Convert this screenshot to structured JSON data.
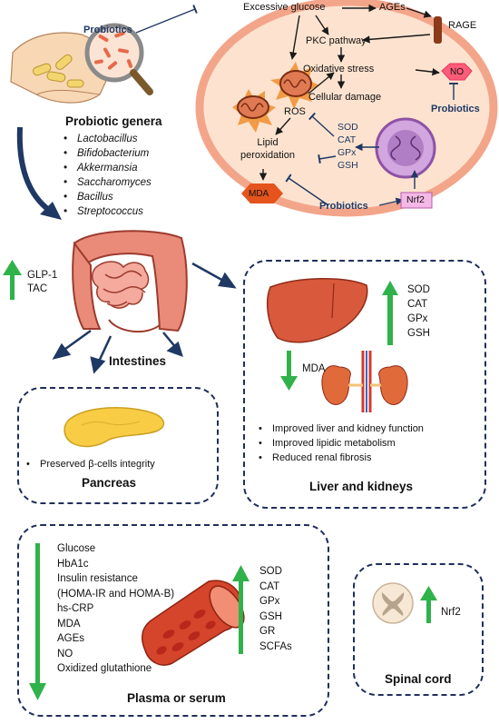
{
  "cell": {
    "probiotics_top": "Probiotics",
    "excessive_glucose": "Excessive glucose",
    "ages": "AGEs",
    "rage": "RAGE",
    "pkc": "PKC pathway",
    "oxidative_stress": "Oxidative stress",
    "no": "NO",
    "cellular_damage": "Cellular damage",
    "probiotics_right": "Probiotics",
    "ros": "ROS",
    "antioxidants": [
      "SOD",
      "CAT",
      "GPx",
      "GSH"
    ],
    "lipid_peroxidation": "Lipid peroxidation",
    "mda": "MDA",
    "probiotics_bottom": "Probiotics",
    "nrf2": "Nrf2"
  },
  "genera": {
    "title": "Probiotic genera",
    "items": [
      "Lactobacillus",
      "Bifidobacterium",
      "Akkermansia",
      "Saccharomyces",
      "Bacillus",
      "Streptococcus"
    ]
  },
  "intestine": {
    "markers": [
      "GLP-1",
      "TAC"
    ],
    "label": "Intestines"
  },
  "pancreas": {
    "bullet": "Preserved β-cells integrity",
    "label": "Pancreas"
  },
  "liver": {
    "up": [
      "SOD",
      "CAT",
      "GPx",
      "GSH"
    ],
    "down": "MDA",
    "bullets": [
      "Improved liver and kidney function",
      "Improved lipidic metabolism",
      "Reduced renal fibrosis"
    ],
    "label": "Liver and kidneys"
  },
  "plasma": {
    "down": [
      "Glucose",
      "HbA1c",
      "Insulin resistance",
      "(HOMA-IR and HOMA-B)",
      "hs-CRP",
      "MDA",
      "AGEs",
      "NO",
      "Oxidized glutathione"
    ],
    "up": [
      "SOD",
      "CAT",
      "GPx",
      "GSH",
      "GR",
      "SCFAs"
    ],
    "label": "Plasma or serum"
  },
  "spinal": {
    "up": "Nrf2",
    "label": "Spinal cord"
  },
  "colors": {
    "navy": "#1f3864",
    "cell_fill": "#fde3cf",
    "cell_border": "#f3a58a",
    "up_arrow": "#2fb24a",
    "mda_fill": "#e4541c",
    "nrf2_fill": "#f4b8e6",
    "no_fill": "#ff5c7a"
  }
}
